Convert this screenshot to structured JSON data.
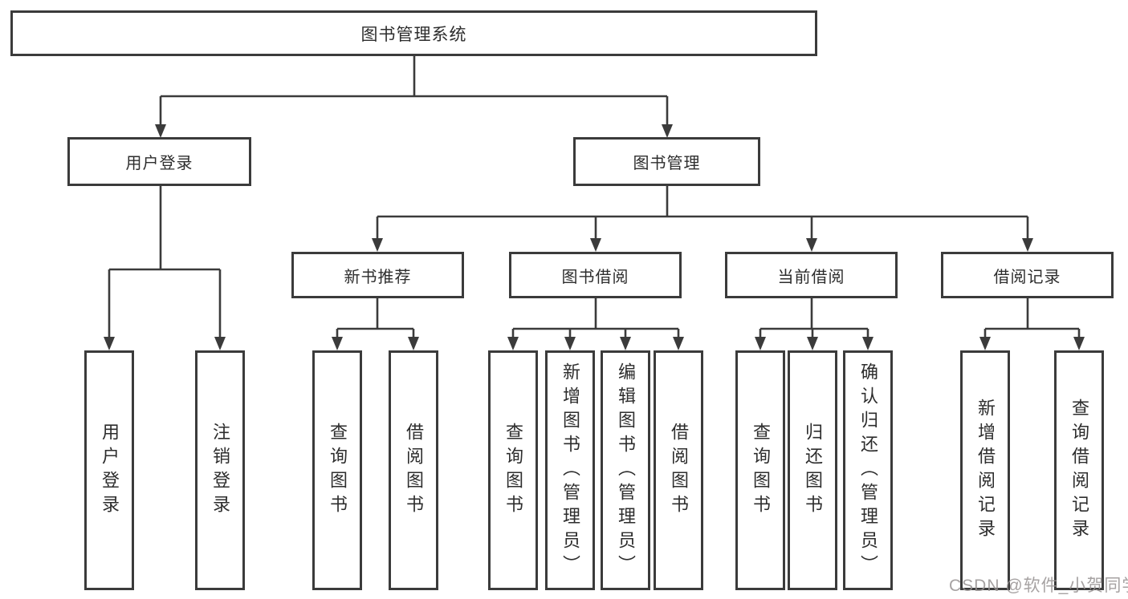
{
  "tree": {
    "label": "图书管理系统",
    "children": [
      {
        "label": "用户登录",
        "children": [
          {
            "label": "用户登录"
          },
          {
            "label": "注销登录"
          }
        ]
      },
      {
        "label": "图书管理",
        "children": [
          {
            "label": "新书推荐",
            "children": [
              {
                "label": "查询图书"
              },
              {
                "label": "借阅图书"
              }
            ]
          },
          {
            "label": "图书借阅",
            "children": [
              {
                "label": "查询图书"
              },
              {
                "label": "新增图书（管理员）"
              },
              {
                "label": "编辑图书（管理员）"
              },
              {
                "label": "借阅图书"
              }
            ]
          },
          {
            "label": "当前借阅",
            "children": [
              {
                "label": "查询图书"
              },
              {
                "label": "归还图书"
              },
              {
                "label": "确认归还（管理员）"
              }
            ]
          },
          {
            "label": "借阅记录",
            "children": [
              {
                "label": "新增借阅记录"
              },
              {
                "label": "查询借阅记录"
              }
            ]
          }
        ]
      }
    ]
  },
  "watermark": {
    "text": "CSDN @软件_小贺同学"
  },
  "colors": {
    "line": "#3b3b3b",
    "box_border": "#3b3b3b",
    "box_fill": "#ffffff",
    "text": "#2d2d2d",
    "watermark": "#969292"
  }
}
